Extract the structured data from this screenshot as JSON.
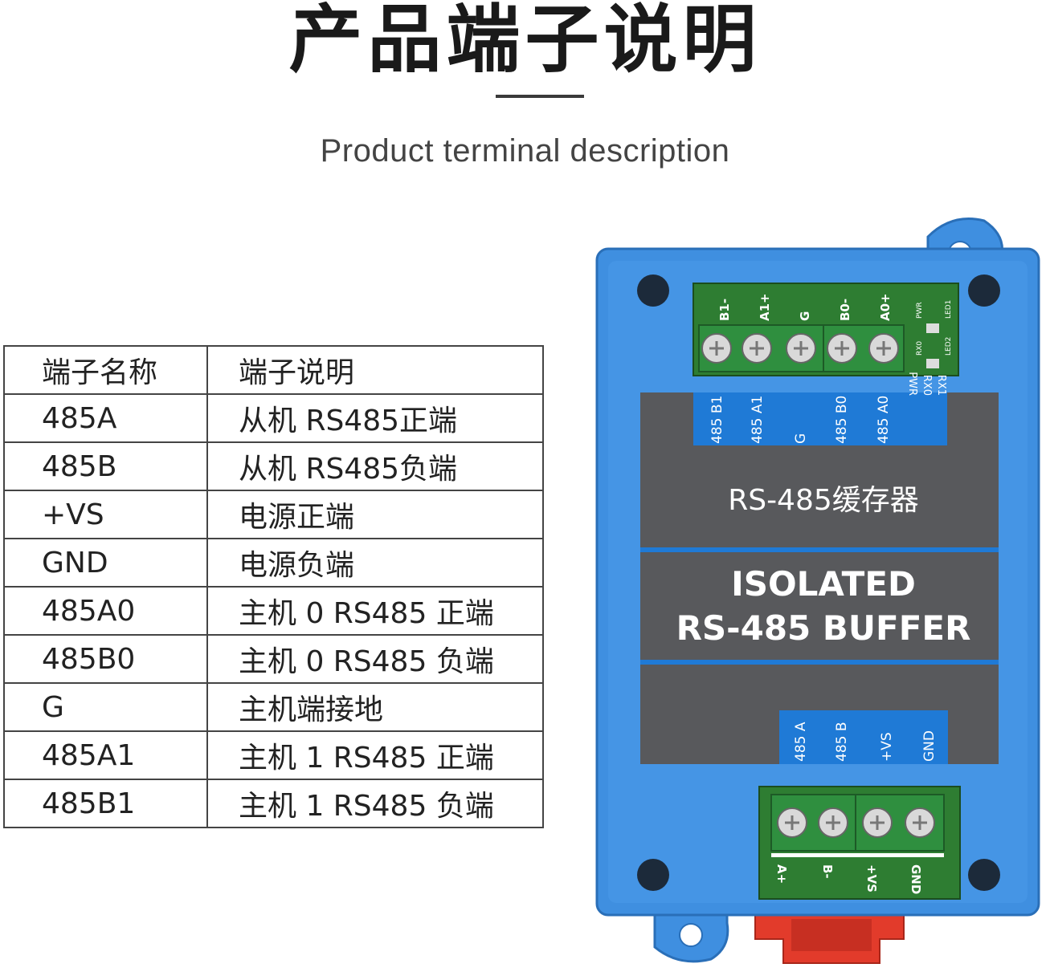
{
  "header": {
    "title_cn": "产品端子说明",
    "title_en": "Product terminal description"
  },
  "table": {
    "columns": [
      "端子名称",
      "端子说明"
    ],
    "rows": [
      {
        "name": "485A",
        "desc": "从机 RS485正端"
      },
      {
        "name": "485B",
        "desc": "从机 RS485负端"
      },
      {
        "name": "+VS",
        "desc": "电源正端"
      },
      {
        "name": "GND",
        "desc": "电源负端"
      },
      {
        "name": "485A0",
        "desc": "主机 0 RS485 正端"
      },
      {
        "name": "485B0",
        "desc": "主机 0 RS485 负端"
      },
      {
        "name": "G",
        "desc": "主机端接地"
      },
      {
        "name": "485A1",
        "desc": "主机 1 RS485 正端"
      },
      {
        "name": "485B1",
        "desc": "主机 1 RS485 负端"
      }
    ]
  },
  "device": {
    "colors": {
      "case": "#3f8fe0",
      "panel": "#58595c",
      "accent": "#1f7ad6",
      "terminal": "#2f8f3f",
      "pcb": "#2e7d32",
      "clip": "#e23b2b"
    },
    "top_pcb_labels": [
      "B1-",
      "A1+",
      "G",
      "B0-",
      "A0+"
    ],
    "top_led_labels": [
      "PWR",
      "RX0",
      "LED1",
      "LED2"
    ],
    "top_panel_labels": [
      "485 B1",
      "485 A1",
      "G",
      "485 B0",
      "485 A0"
    ],
    "indicator_labels": [
      "PWR",
      "RX0",
      "RX1"
    ],
    "name_cn": "RS-485缓存器",
    "name_en_line1": "ISOLATED",
    "name_en_line2": "RS-485 BUFFER",
    "bottom_panel_labels": [
      "485 A",
      "485 B",
      "+VS",
      "GND"
    ],
    "bottom_pcb_labels": [
      "A+",
      "B-",
      "+VS",
      "GND"
    ]
  }
}
